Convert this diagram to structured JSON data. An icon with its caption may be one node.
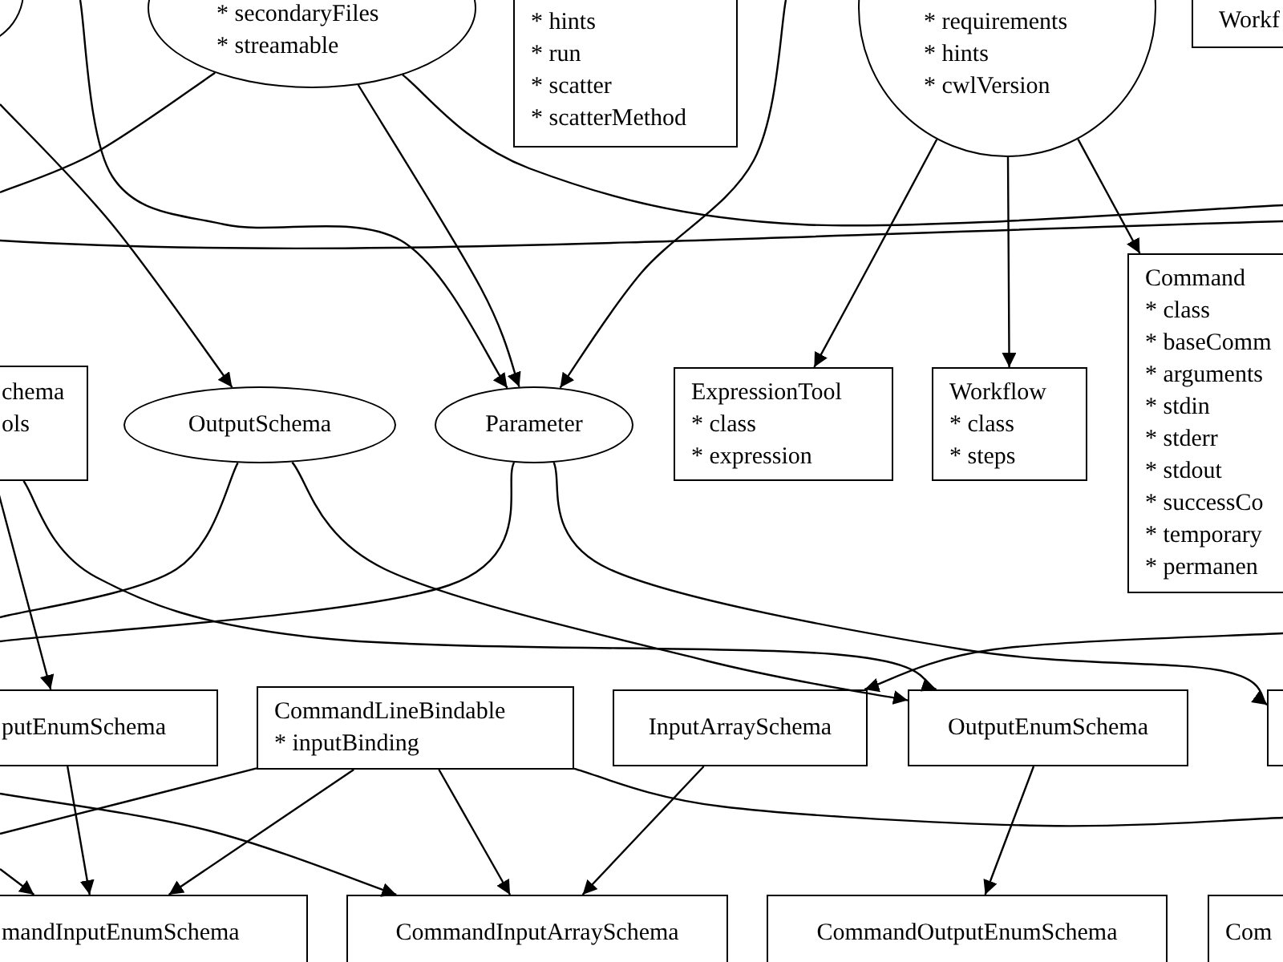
{
  "diagram": {
    "nodes": [
      {
        "text": [],
        "shape": "ellipse"
      },
      {
        "text": [
          "* secondaryFiles",
          "* streamable"
        ]
      },
      {
        "text": [
          "* hints",
          "* run",
          "* scatter",
          "* scatterMethod"
        ]
      },
      {
        "text": [
          "* requirements",
          "* hints",
          "* cwlVersion"
        ]
      },
      {
        "text": [
          "Workf"
        ]
      },
      {
        "text": [
          "chema",
          "ols"
        ]
      },
      {
        "text": [
          "OutputSchema"
        ]
      },
      {
        "text": [
          "Parameter"
        ]
      },
      {
        "text": [
          "ExpressionTool",
          "* class",
          "* expression"
        ]
      },
      {
        "text": [
          "Workflow",
          "* class",
          "* steps"
        ]
      },
      {
        "text": [
          "Command",
          "* class",
          "* baseComm",
          "* arguments",
          "* stdin",
          "* stderr",
          "* stdout",
          "* successCo",
          "* temporary",
          "* permanen"
        ]
      },
      {
        "text": [
          "putEnumSchema"
        ]
      },
      {
        "text": [
          "CommandLineBindable",
          "* inputBinding"
        ]
      },
      {
        "text": [
          "InputArraySchema"
        ]
      },
      {
        "text": [
          "OutputEnumSchema"
        ]
      },
      {
        "text": [],
        "shape": "box"
      },
      {
        "text": [
          "mandInputEnumSchema"
        ]
      },
      {
        "text": [
          "CommandInputArraySchema"
        ]
      },
      {
        "text": [
          "CommandOutputEnumSchema"
        ]
      },
      {
        "text": [
          "Com"
        ]
      }
    ],
    "edges": [
      {
        "from": 3,
        "to": 8,
        "arrow": "to"
      },
      {
        "from": 3,
        "to": 9,
        "arrow": "to"
      },
      {
        "from": 3,
        "to": 10,
        "arrow": "to"
      },
      {
        "from": 1,
        "to": 7,
        "arrow": "to"
      },
      {
        "from": null,
        "to": 7,
        "arrow": "to"
      },
      {
        "from": null,
        "to": 7,
        "arrow": "to"
      },
      {
        "from": null,
        "to": 6,
        "arrow": "to"
      },
      {
        "from": 5,
        "to": 11,
        "arrow": "to"
      },
      {
        "from": 5,
        "to": 14,
        "arrow": "to"
      },
      {
        "from": 6,
        "to": null,
        "arrow": "none"
      },
      {
        "from": 6,
        "to": 14,
        "arrow": "to"
      },
      {
        "from": 7,
        "to": null,
        "arrow": "none"
      },
      {
        "from": 7,
        "to": 15,
        "arrow": "to"
      },
      {
        "from": null,
        "to": 13,
        "arrow": "to"
      },
      {
        "from": 11,
        "to": 16,
        "arrow": "to"
      },
      {
        "from": 12,
        "to": 16,
        "arrow": "to"
      },
      {
        "from": 12,
        "to": 17,
        "arrow": "to"
      },
      {
        "from": 12,
        "to": null,
        "arrow": "none"
      },
      {
        "from": 12,
        "to": null,
        "arrow": "none"
      },
      {
        "from": 13,
        "to": 17,
        "arrow": "to"
      },
      {
        "from": 14,
        "to": 18,
        "arrow": "to"
      },
      {
        "from": null,
        "to": 16,
        "arrow": "to"
      },
      {
        "from": null,
        "to": 17,
        "arrow": "to"
      },
      {
        "from": 1,
        "to": null,
        "arrow": "none"
      },
      {
        "from": 1,
        "to": null,
        "arrow": "none"
      }
    ]
  }
}
